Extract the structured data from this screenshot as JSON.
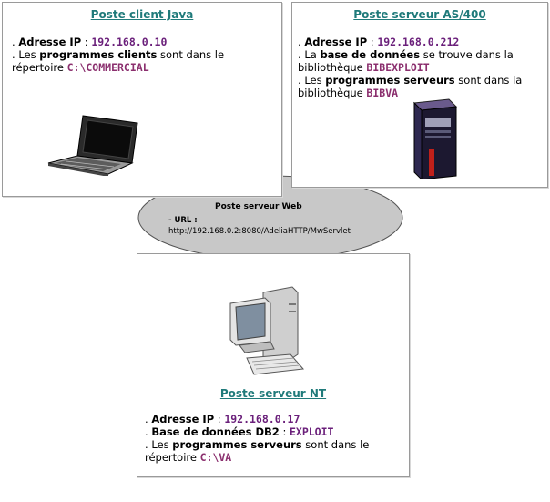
{
  "client": {
    "title": "Poste client Java",
    "ip_label": "Adresse IP",
    "ip_value": "192.168.0.10",
    "line2_a": "Les ",
    "line2_bold": "programmes clients",
    "line2_b": " sont dans le répertoire ",
    "path": "C:\\COMMERCIAL",
    "icon": "laptop-icon"
  },
  "as400": {
    "title": "Poste serveur AS/400",
    "ip_label": "Adresse IP",
    "ip_value": "192.168.0.212",
    "line2_a": "La ",
    "line2_bold": "base de données",
    "line2_b": " se trouve dans la bibliothèque ",
    "lib1": "BIBEXPLOIT",
    "line3_a": "Les ",
    "line3_bold": "programmes serveurs",
    "line3_b": " sont dans la bibliothèque ",
    "lib2": "BIBVA",
    "icon": "as400-server-icon"
  },
  "web": {
    "title": "Poste serveur Web",
    "url_label": "- URL :",
    "url": "http://192.168.0.2:8080/AdeliaHTTP/MwServlet"
  },
  "nt": {
    "title": "Poste serveur NT",
    "ip_label": "Adresse IP",
    "ip_value": "192.168.0.17",
    "db_label": "Base de données DB2",
    "db_value": "EXPLOIT",
    "line3_a": "Les ",
    "line3_bold": "programmes serveurs",
    "line3_b": " sont dans le répertoire ",
    "path": "C:\\VA",
    "icon": "desktop-computer-icon"
  },
  "colors": {
    "title": "#1f7a7a",
    "value": "#6a1f7a",
    "ellipse": "#c8c8c8"
  }
}
